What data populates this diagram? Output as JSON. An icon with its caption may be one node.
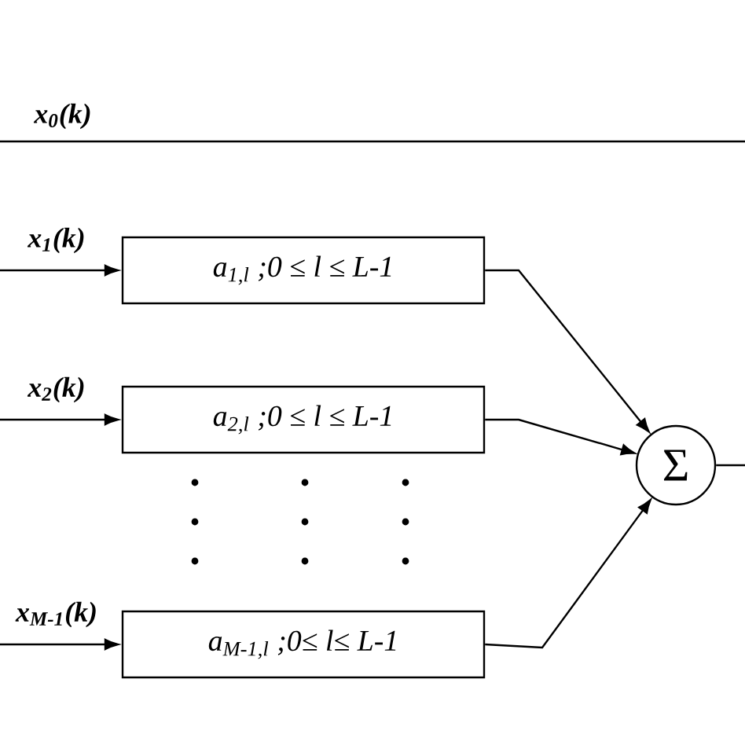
{
  "diagram": {
    "nodes": [
      {
        "text": [
          "a$_{1,l}$ ;0 ≤ l ≤ L-1"
        ]
      },
      {
        "text": [
          "a$_{2,l}$ ;0 ≤ l ≤ L-1"
        ]
      },
      {
        "text": [
          "a$_{M-1,l}$ ;0≤ l≤ L-1"
        ]
      },
      {
        "text": [
          "Σ"
        ]
      }
    ],
    "edges": [
      {
        "from": null,
        "to": 0,
        "arrow": "to",
        "label": "x$_{1}$(k)"
      },
      {
        "from": null,
        "to": 1,
        "arrow": "to",
        "label": "x$_{2}$(k)"
      },
      {
        "from": null,
        "to": 2,
        "arrow": "to",
        "label": "x$_{M-1}$(k)"
      },
      {
        "from": 0,
        "to": 3,
        "arrow": "to"
      },
      {
        "from": 1,
        "to": 3,
        "arrow": "to"
      },
      {
        "from": 2,
        "to": 3,
        "arrow": "to"
      },
      {
        "from": 3,
        "to": null,
        "arrow": "none"
      }
    ],
    "labels": [
      "x$_{0}$(k)"
    ]
  }
}
